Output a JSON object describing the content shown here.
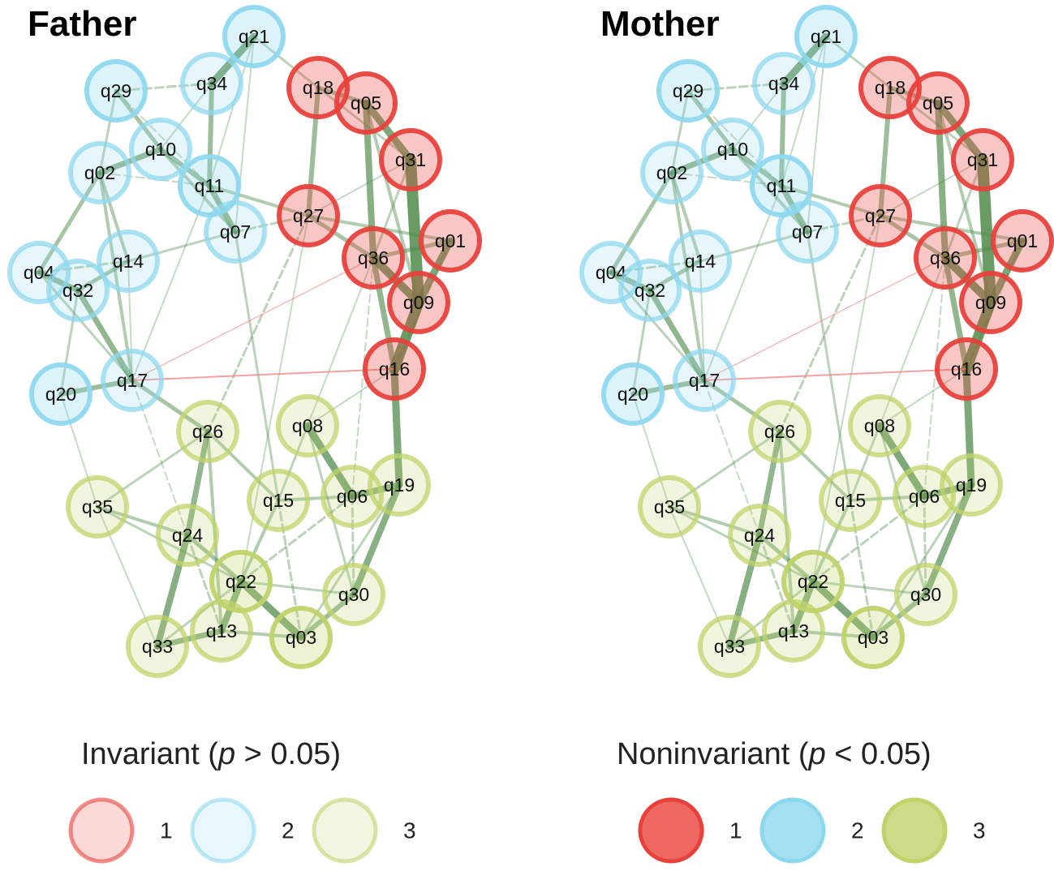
{
  "panels": [
    {
      "title": "Father"
    },
    {
      "title": "Mother"
    }
  ],
  "colors": {
    "group1": "#e8413c",
    "group2": "#8ed8ef",
    "group3": "#bfd36a",
    "edge_positive": "#4f8a4a",
    "edge_negative": "#f08a8a"
  },
  "nodes": [
    {
      "id": "q21",
      "group": 2,
      "invariant": false
    },
    {
      "id": "q34",
      "group": 2,
      "invariant": true
    },
    {
      "id": "q29",
      "group": 2,
      "invariant": false
    },
    {
      "id": "q18",
      "group": 1,
      "invariant": false
    },
    {
      "id": "q05",
      "group": 1,
      "invariant": false
    },
    {
      "id": "q10",
      "group": 2,
      "invariant": true
    },
    {
      "id": "q31",
      "group": 1,
      "invariant": false
    },
    {
      "id": "q02",
      "group": 2,
      "invariant": true
    },
    {
      "id": "q11",
      "group": 2,
      "invariant": false
    },
    {
      "id": "q27",
      "group": 1,
      "invariant": false
    },
    {
      "id": "q07",
      "group": 2,
      "invariant": true
    },
    {
      "id": "q01",
      "group": 1,
      "invariant": false
    },
    {
      "id": "q36",
      "group": 1,
      "invariant": false
    },
    {
      "id": "q14",
      "group": 2,
      "invariant": true
    },
    {
      "id": "q04",
      "group": 2,
      "invariant": true
    },
    {
      "id": "q32",
      "group": 2,
      "invariant": true
    },
    {
      "id": "q09",
      "group": 1,
      "invariant": false
    },
    {
      "id": "q16",
      "group": 1,
      "invariant": false
    },
    {
      "id": "q20",
      "group": 2,
      "invariant": false
    },
    {
      "id": "q17",
      "group": 2,
      "invariant": true
    },
    {
      "id": "q26",
      "group": 3,
      "invariant": true
    },
    {
      "id": "q08",
      "group": 3,
      "invariant": true
    },
    {
      "id": "q19",
      "group": 3,
      "invariant": true
    },
    {
      "id": "q06",
      "group": 3,
      "invariant": true
    },
    {
      "id": "q35",
      "group": 3,
      "invariant": true
    },
    {
      "id": "q15",
      "group": 3,
      "invariant": true
    },
    {
      "id": "q24",
      "group": 3,
      "invariant": true
    },
    {
      "id": "q22",
      "group": 3,
      "invariant": false
    },
    {
      "id": "q30",
      "group": 3,
      "invariant": true
    },
    {
      "id": "q13",
      "group": 3,
      "invariant": true
    },
    {
      "id": "q33",
      "group": 3,
      "invariant": true
    },
    {
      "id": "q03",
      "group": 3,
      "invariant": false
    }
  ],
  "legend": {
    "invariant": {
      "label_prefix": "Invariant (",
      "label_p": "p",
      "label_suffix": " > 0.05)",
      "items": [
        "1",
        "2",
        "3"
      ]
    },
    "noninvariant": {
      "label_prefix": "Noninvariant (",
      "label_p": "p",
      "label_suffix": " < 0.05)",
      "items": [
        "1",
        "2",
        "3"
      ]
    }
  }
}
